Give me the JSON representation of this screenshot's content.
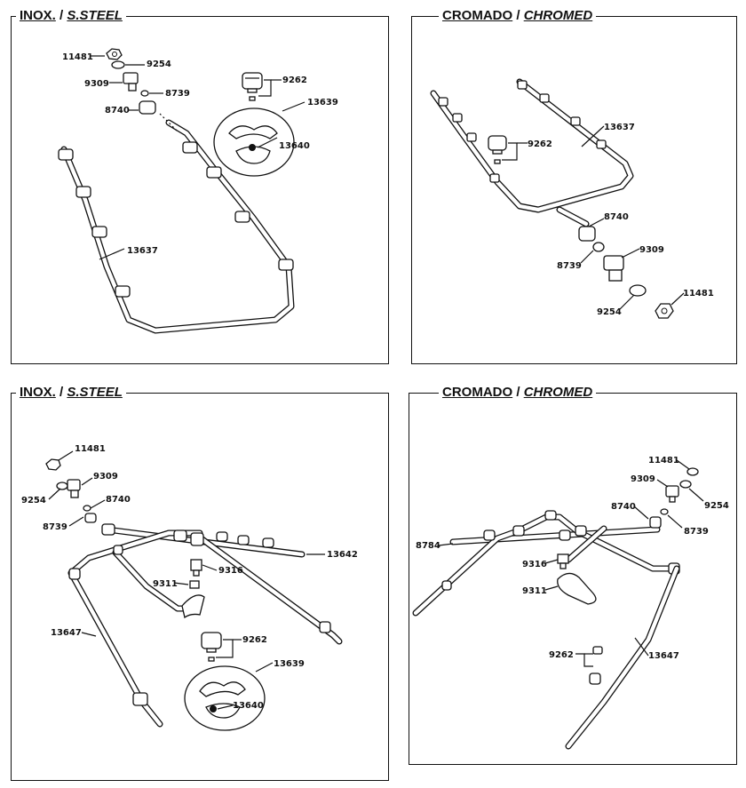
{
  "panels": {
    "top_left": {
      "title_a": "INOX.",
      "sep": " / ",
      "title_b": "S.STEEL",
      "labels": {
        "l11481": "11481",
        "l9254": "9254",
        "l9309": "9309",
        "l8739": "8739",
        "l8740": "8740",
        "l9262": "9262",
        "l13639": "13639",
        "l13640": "13640",
        "l13637": "13637"
      }
    },
    "top_right": {
      "title_a": "CROMADO",
      "sep": " / ",
      "title_b": "CHROMED",
      "labels": {
        "l13637": "13637",
        "l9262": "9262",
        "l8740": "8740",
        "l9309": "9309",
        "l8739": "8739",
        "l11481": "11481",
        "l9254": "9254"
      }
    },
    "bottom_left": {
      "title_a": "INOX.",
      "sep": " / ",
      "title_b": "S.STEEL",
      "labels": {
        "l11481": "11481",
        "l9309": "9309",
        "l9254": "9254",
        "l8740": "8740",
        "l8739": "8739",
        "l9316": "9316",
        "l13642": "13642",
        "l9311": "9311",
        "l13647": "13647",
        "l9262": "9262",
        "l13639": "13639",
        "l13640": "13640"
      }
    },
    "bottom_right": {
      "title_a": "CROMADO",
      "sep": " / ",
      "title_b": "CHROMED",
      "labels": {
        "l11481": "11481",
        "l9309": "9309",
        "l9254": "9254",
        "l8740": "8740",
        "l8739": "8739",
        "l8784": "8784",
        "l9316": "9316",
        "l9311": "9311",
        "l9262": "9262",
        "l13647": "13647"
      }
    }
  }
}
